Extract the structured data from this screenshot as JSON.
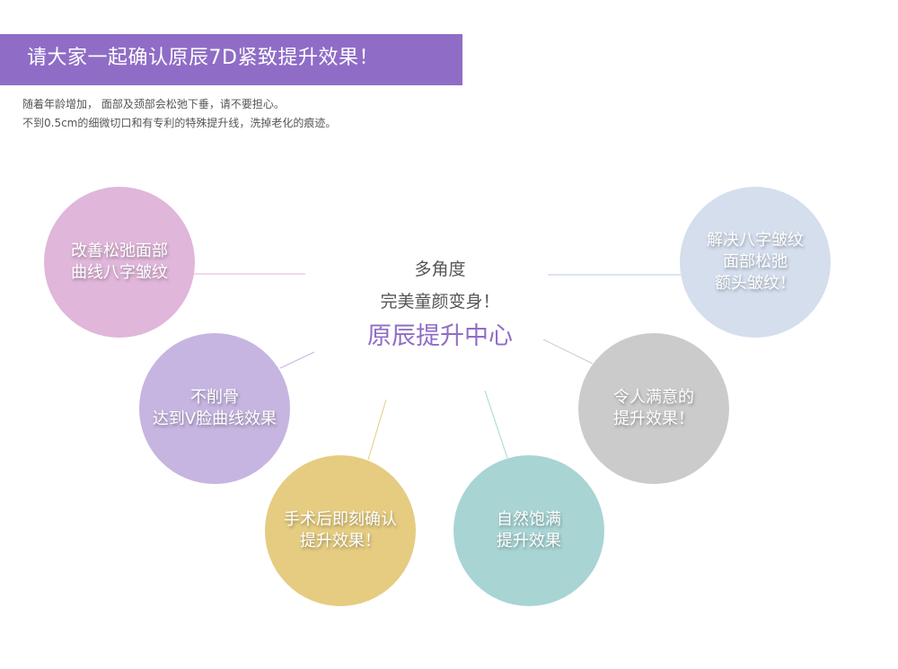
{
  "header": {
    "title": "请大家一起确认原辰7D紧致提升效果！",
    "banner_color": "#8f6dc6"
  },
  "intro": {
    "lines": [
      "随着年龄增加， 面部及颈部会松弛下垂，请不要担心。",
      "不到0.5cm的细微切口和有专利的特殊提升线，洗掉老化的痕迹。"
    ]
  },
  "center": {
    "line1": "多角度",
    "line2": "完美童颜变身！",
    "line3": "原辰提升中心",
    "accent_color": "#8f6dc6"
  },
  "circles": [
    {
      "lines": [
        "改善松弛面部",
        "曲线八字皱纹"
      ],
      "color": "#e0b6da"
    },
    {
      "lines": [
        "不削骨",
        "达到V脸曲线效果"
      ],
      "color": "#c6b5e0"
    },
    {
      "lines": [
        "手术后即刻确认",
        "提升效果！"
      ],
      "color": "#e5cc80"
    },
    {
      "lines": [
        "自然饱满",
        "提升效果"
      ],
      "color": "#a8d4d4"
    },
    {
      "lines": [
        "令人满意的",
        "提升效果！"
      ],
      "color": "#cbcbcb"
    },
    {
      "lines": [
        "解决八字皱纹",
        "面部松弛",
        "额头皱纹！"
      ],
      "color": "#d4deed"
    }
  ]
}
